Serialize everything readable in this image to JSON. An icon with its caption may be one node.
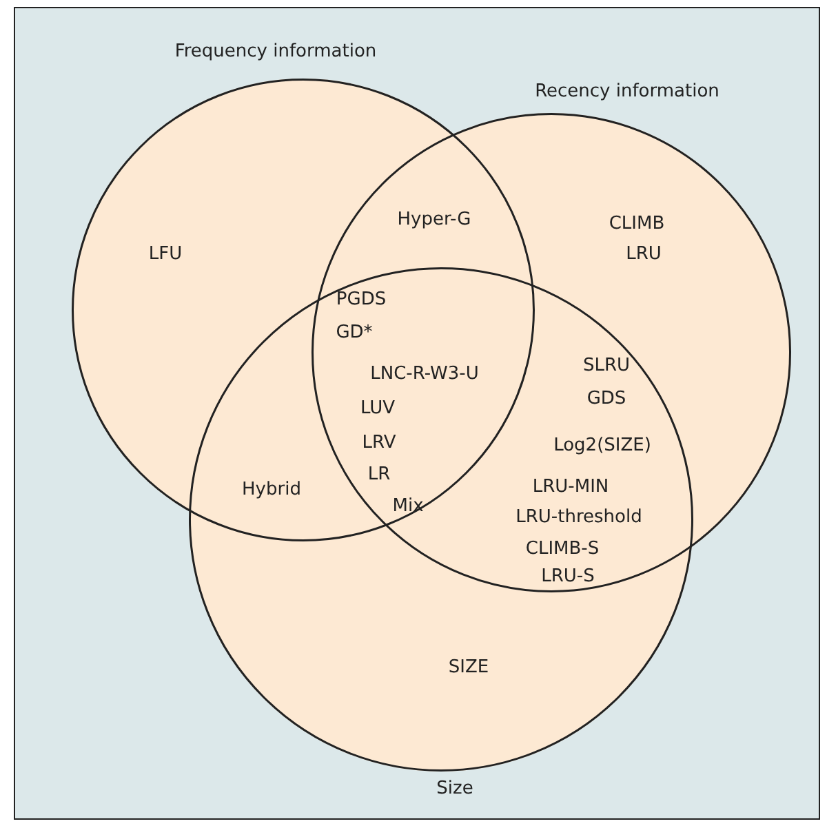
{
  "diagram": {
    "nodes": [
      {
        "text": [
          "Frequency information"
        ]
      },
      {
        "text": [
          "Recency information"
        ]
      },
      {
        "text": [
          "Size"
        ]
      }
    ],
    "labels": [
      "LFU",
      "Hyper-G",
      "CLIMB",
      "LRU",
      "PGDS",
      "GD*",
      "LNC-R-W3-U",
      "SLRU",
      "LUV",
      "GDS",
      "LRV",
      "Log2(SIZE)",
      "LR",
      "Hybrid",
      "LRU-MIN",
      "Mix",
      "LRU-threshold",
      "CLIMB-S",
      "LRU-S",
      "SIZE"
    ]
  }
}
